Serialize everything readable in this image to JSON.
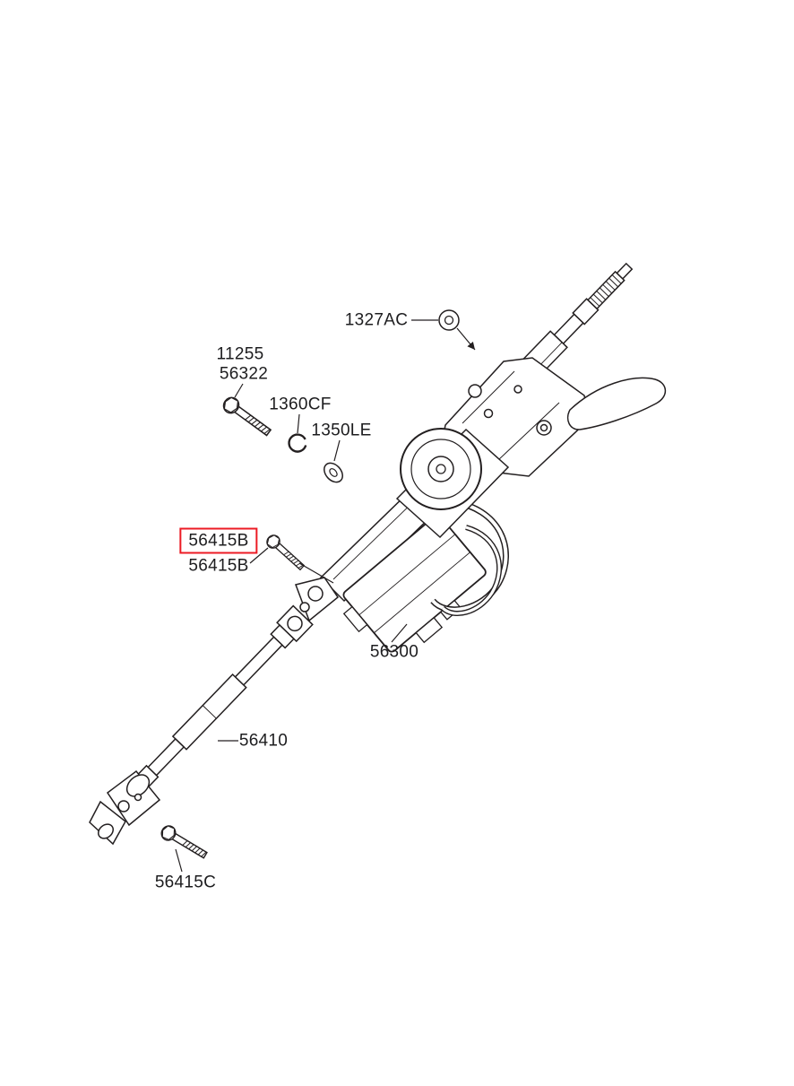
{
  "diagram": {
    "type": "parts-diagram",
    "subject": "steering column and shaft assembly",
    "background_color": "#ffffff",
    "line_color": "#231f20",
    "text_color": "#1d1d1f",
    "highlight_color": "#ec1b24",
    "labels": [
      {
        "part_no": "1327AC",
        "highlighted": false
      },
      {
        "part_no": "11255",
        "highlighted": false
      },
      {
        "part_no": "56322",
        "highlighted": false
      },
      {
        "part_no": "1360CF",
        "highlighted": false
      },
      {
        "part_no": "1350LE",
        "highlighted": false
      },
      {
        "part_no": "56415B",
        "highlighted": true
      },
      {
        "part_no": "56415B",
        "highlighted": false
      },
      {
        "part_no": "56300",
        "highlighted": false
      },
      {
        "part_no": "56410",
        "highlighted": false
      },
      {
        "part_no": "56415C",
        "highlighted": false
      }
    ]
  }
}
